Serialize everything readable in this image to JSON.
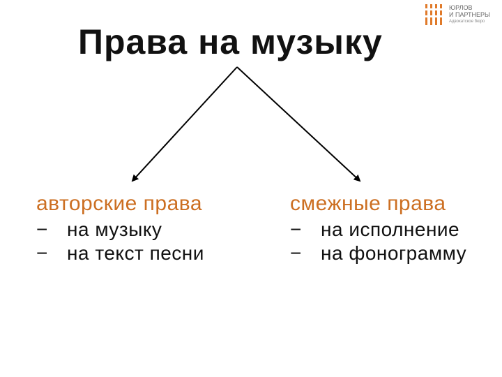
{
  "title": "Права на музыку",
  "logo": {
    "line1": "ЮРЛОВ",
    "line2": "И ПАРТНЕРЫ",
    "subtitle": "Адвокатское бюро",
    "accent_color": "#e07a2a",
    "text_color": "#6b6b6b"
  },
  "branches": [
    {
      "heading": "авторские права",
      "items": [
        "на музыку",
        "на текст песни"
      ]
    },
    {
      "heading": "смежные права",
      "items": [
        "на исполнение",
        "на фонограмму"
      ]
    }
  ],
  "bullet": "−",
  "colors": {
    "heading": "#cc6f22",
    "text": "#111111",
    "arrows": "#000000"
  }
}
